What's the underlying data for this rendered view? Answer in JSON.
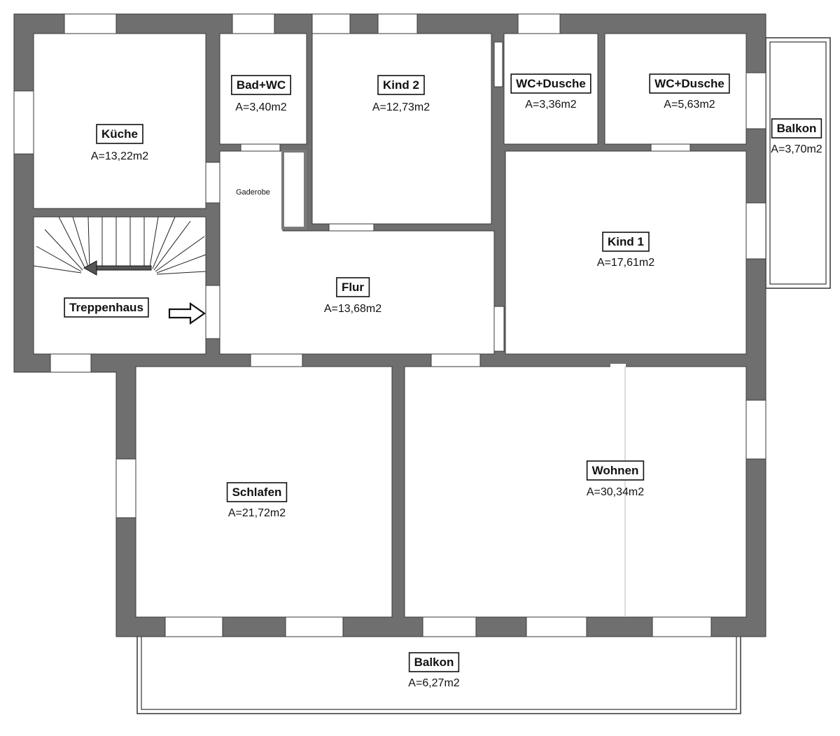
{
  "colors": {
    "wall": "#6f6f6f",
    "wall_outline": "#3a3a3a",
    "floor": "#ffffff",
    "window": "#ffffff",
    "line": "#111111"
  },
  "rooms": [
    {
      "key": "kueche",
      "name": "Küche",
      "area": "A=13,22m2"
    },
    {
      "key": "bad",
      "name": "Bad+WC",
      "area": "A=3,40m2"
    },
    {
      "key": "kind2",
      "name": "Kind 2",
      "area": "A=12,73m2"
    },
    {
      "key": "wc1",
      "name": "WC+Dusche",
      "area": "A=3,36m2"
    },
    {
      "key": "wc2",
      "name": "WC+Dusche",
      "area": "A=5,63m2"
    },
    {
      "key": "balkon_side",
      "name": "Balkon",
      "area": "A=3,70m2"
    },
    {
      "key": "kind1",
      "name": "Kind 1",
      "area": "A=17,61m2"
    },
    {
      "key": "treppe",
      "name": "Treppenhaus",
      "area": ""
    },
    {
      "key": "flur",
      "name": "Flur",
      "area": "A=13,68m2"
    },
    {
      "key": "schlafen",
      "name": "Schlafen",
      "area": "A=21,72m2"
    },
    {
      "key": "wohnen",
      "name": "Wohnen",
      "area": "A=30,34m2"
    },
    {
      "key": "balkon_bottom",
      "name": "Balkon",
      "area": "A=6,27m2"
    }
  ],
  "labels": {
    "gaderobe": "Gaderobe"
  },
  "icons": {
    "entrance": "arrow-right-icon",
    "stair_direction": "arrow-left-icon"
  }
}
